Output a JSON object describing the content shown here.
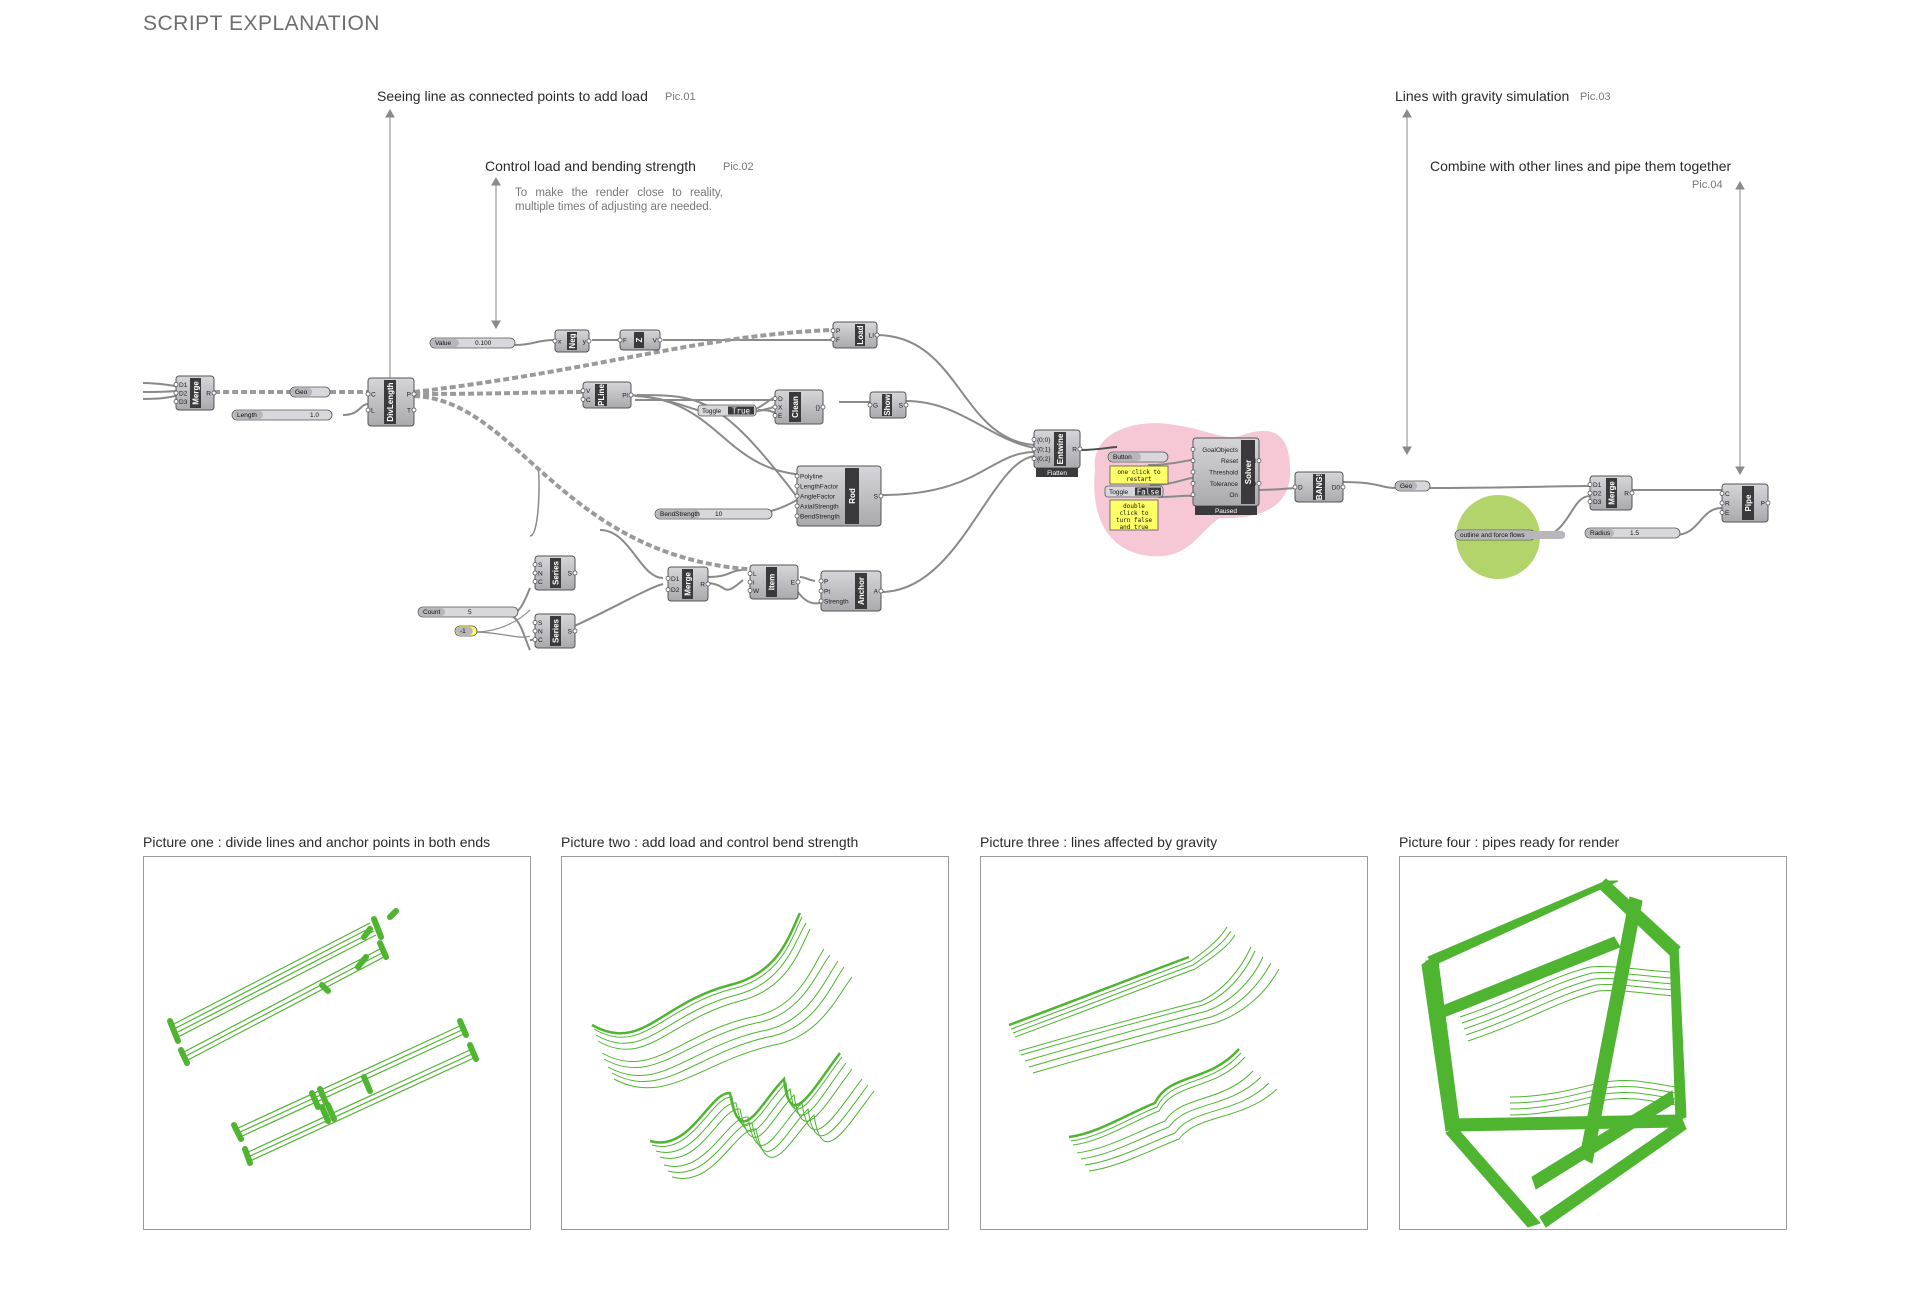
{
  "page": {
    "title": "SCRIPT EXPLANATION"
  },
  "annotations": {
    "a1": {
      "text": "Seeing line as connected points to add load",
      "ref": "Pic.01"
    },
    "a2": {
      "text": "Control load and bending strength",
      "ref": "Pic.02",
      "sub": "To make the render close to reality, multiple times of adjusting are needed."
    },
    "a3": {
      "text": "Lines with gravity simulation",
      "ref": "Pic.03"
    },
    "a4": {
      "text": "Combine with other lines and pipe them together",
      "ref": "Pic.04"
    }
  },
  "nodes": {
    "merge1": {
      "title": "Merge",
      "inputs": [
        "D1",
        "D2",
        "D3"
      ],
      "output": "R"
    },
    "geo1": {
      "label": "Geo"
    },
    "length": {
      "label": "Length",
      "value": "1.0"
    },
    "divlength": {
      "title": "DivLength",
      "inputs": [
        "C",
        "L"
      ],
      "outputs": [
        "P",
        "T"
      ]
    },
    "value": {
      "label": "Value",
      "value": "0.100"
    },
    "neg": {
      "title": "Neg",
      "inputs": [
        "x"
      ],
      "output": "y"
    },
    "z": {
      "title": "Z",
      "inputs": [
        "F"
      ],
      "output": "V"
    },
    "load": {
      "title": "Load",
      "inputs": [
        "P",
        "F"
      ],
      "output": "LI"
    },
    "pline": {
      "title": "PLine",
      "inputs": [
        "V",
        "C"
      ],
      "output": "Pl"
    },
    "toggle1": {
      "label": "Toggle",
      "value": "True"
    },
    "clean": {
      "title": "Clean",
      "inputs": [
        "D",
        "X",
        "E"
      ],
      "output": "{}"
    },
    "show": {
      "title": "Show",
      "inputs": [
        "G"
      ],
      "output": "S"
    },
    "rod": {
      "title": "Rod",
      "inputs": [
        "Polyline",
        "LengthFactor",
        "AngleFactor",
        "AxialStrength",
        "BendStrength"
      ],
      "output": "S"
    },
    "bendstrength": {
      "label": "BendStrength",
      "value": "10"
    },
    "series1": {
      "title": "Series",
      "inputs": [
        "S",
        "N",
        "C"
      ],
      "output": "S"
    },
    "series2": {
      "title": "Series",
      "inputs": [
        "S",
        "N",
        "C"
      ],
      "output": "S"
    },
    "count": {
      "label": "Count",
      "value": "5"
    },
    "minus1": {
      "label": "-1"
    },
    "merge2": {
      "title": "Merge",
      "inputs": [
        "D1",
        "D2"
      ],
      "output": "R"
    },
    "item": {
      "title": "Item",
      "inputs": [
        "L",
        "i",
        "W"
      ],
      "output": "E"
    },
    "anchor": {
      "title": "Anchor",
      "inputs": [
        "P",
        "Pt",
        "Strength"
      ],
      "output": "A"
    },
    "entwine": {
      "title": "Entwine",
      "inputs": [
        "{0;0}",
        "{0;1}",
        "{0;2}"
      ],
      "output": "R",
      "footer": "Flatten"
    },
    "button": {
      "label": "Button"
    },
    "note1": {
      "text": "one click to restart"
    },
    "toggle2": {
      "label": "Toggle",
      "value": "False"
    },
    "note2": {
      "text": "double click to turn false and true"
    },
    "solver": {
      "title": "Solver",
      "inputs": [
        "GoalObjects",
        "Reset",
        "Threshold",
        "Tolerance",
        "On"
      ],
      "outputs": [
        "I",
        "O"
      ],
      "footer": "Paused"
    },
    "bang": {
      "title": "BANG!",
      "inputs": [
        "D"
      ],
      "output": "D0"
    },
    "geo2": {
      "label": "Geo"
    },
    "outline": {
      "label": "outline and force flows"
    },
    "merge3": {
      "title": "Merge",
      "inputs": [
        "D1",
        "D2",
        "D3"
      ],
      "output": "R"
    },
    "radius": {
      "label": "Radius",
      "value": "1.5"
    },
    "pipe": {
      "title": "Pipe",
      "inputs": [
        "C",
        "R",
        "E"
      ],
      "output": "P"
    }
  },
  "pictures": [
    {
      "caption": "Picture one : divide lines and anchor points in both ends"
    },
    {
      "caption": "Picture two : add load and control bend strength"
    },
    {
      "caption": "Picture three : lines affected by gravity"
    },
    {
      "caption": "Picture four : pipes ready for render"
    }
  ],
  "colors": {
    "accent_green": "#4fb531",
    "node_fill": "#c9c9cd",
    "node_dark": "#3a3a3d",
    "wire": "#8a8a8a",
    "pink_group": "#f6c8d6",
    "green_group": "#b3d36b",
    "note_yellow": "#ffff66"
  }
}
